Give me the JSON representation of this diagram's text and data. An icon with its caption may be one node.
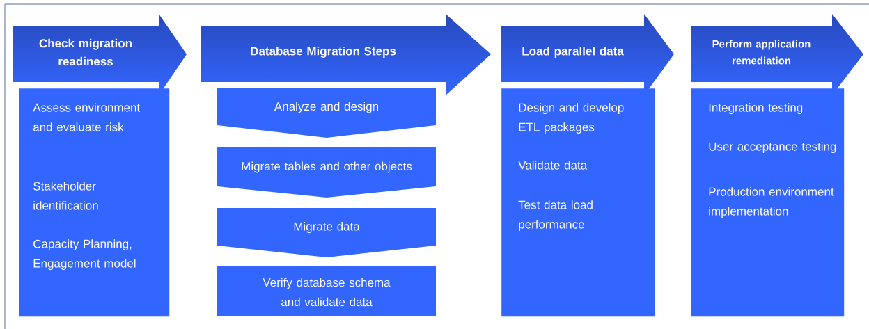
{
  "diagram": {
    "nodes": [
      {
        "text": [
          "Check migration readiness"
        ]
      },
      {
        "text": [
          "Database Migration Steps"
        ]
      },
      {
        "text": [
          "Load parallel data"
        ]
      },
      {
        "text": [
          "Perform application remediation"
        ]
      },
      {
        "text": [
          "Assess environment and evaluate risk",
          "Stakeholder identification",
          "Capacity Planning, Engagement model"
        ]
      },
      {
        "text": [
          "Analyze and design"
        ]
      },
      {
        "text": [
          "Migrate tables and other objects"
        ]
      },
      {
        "text": [
          "Migrate data"
        ]
      },
      {
        "text": [
          "Verify database schema and validate data"
        ]
      },
      {
        "text": [
          "Design and develop ETL packages",
          "Validate data",
          "Test data load performance"
        ]
      },
      {
        "text": [
          "Integration testing",
          "User acceptance testing",
          "Production environment implementation"
        ]
      }
    ]
  }
}
